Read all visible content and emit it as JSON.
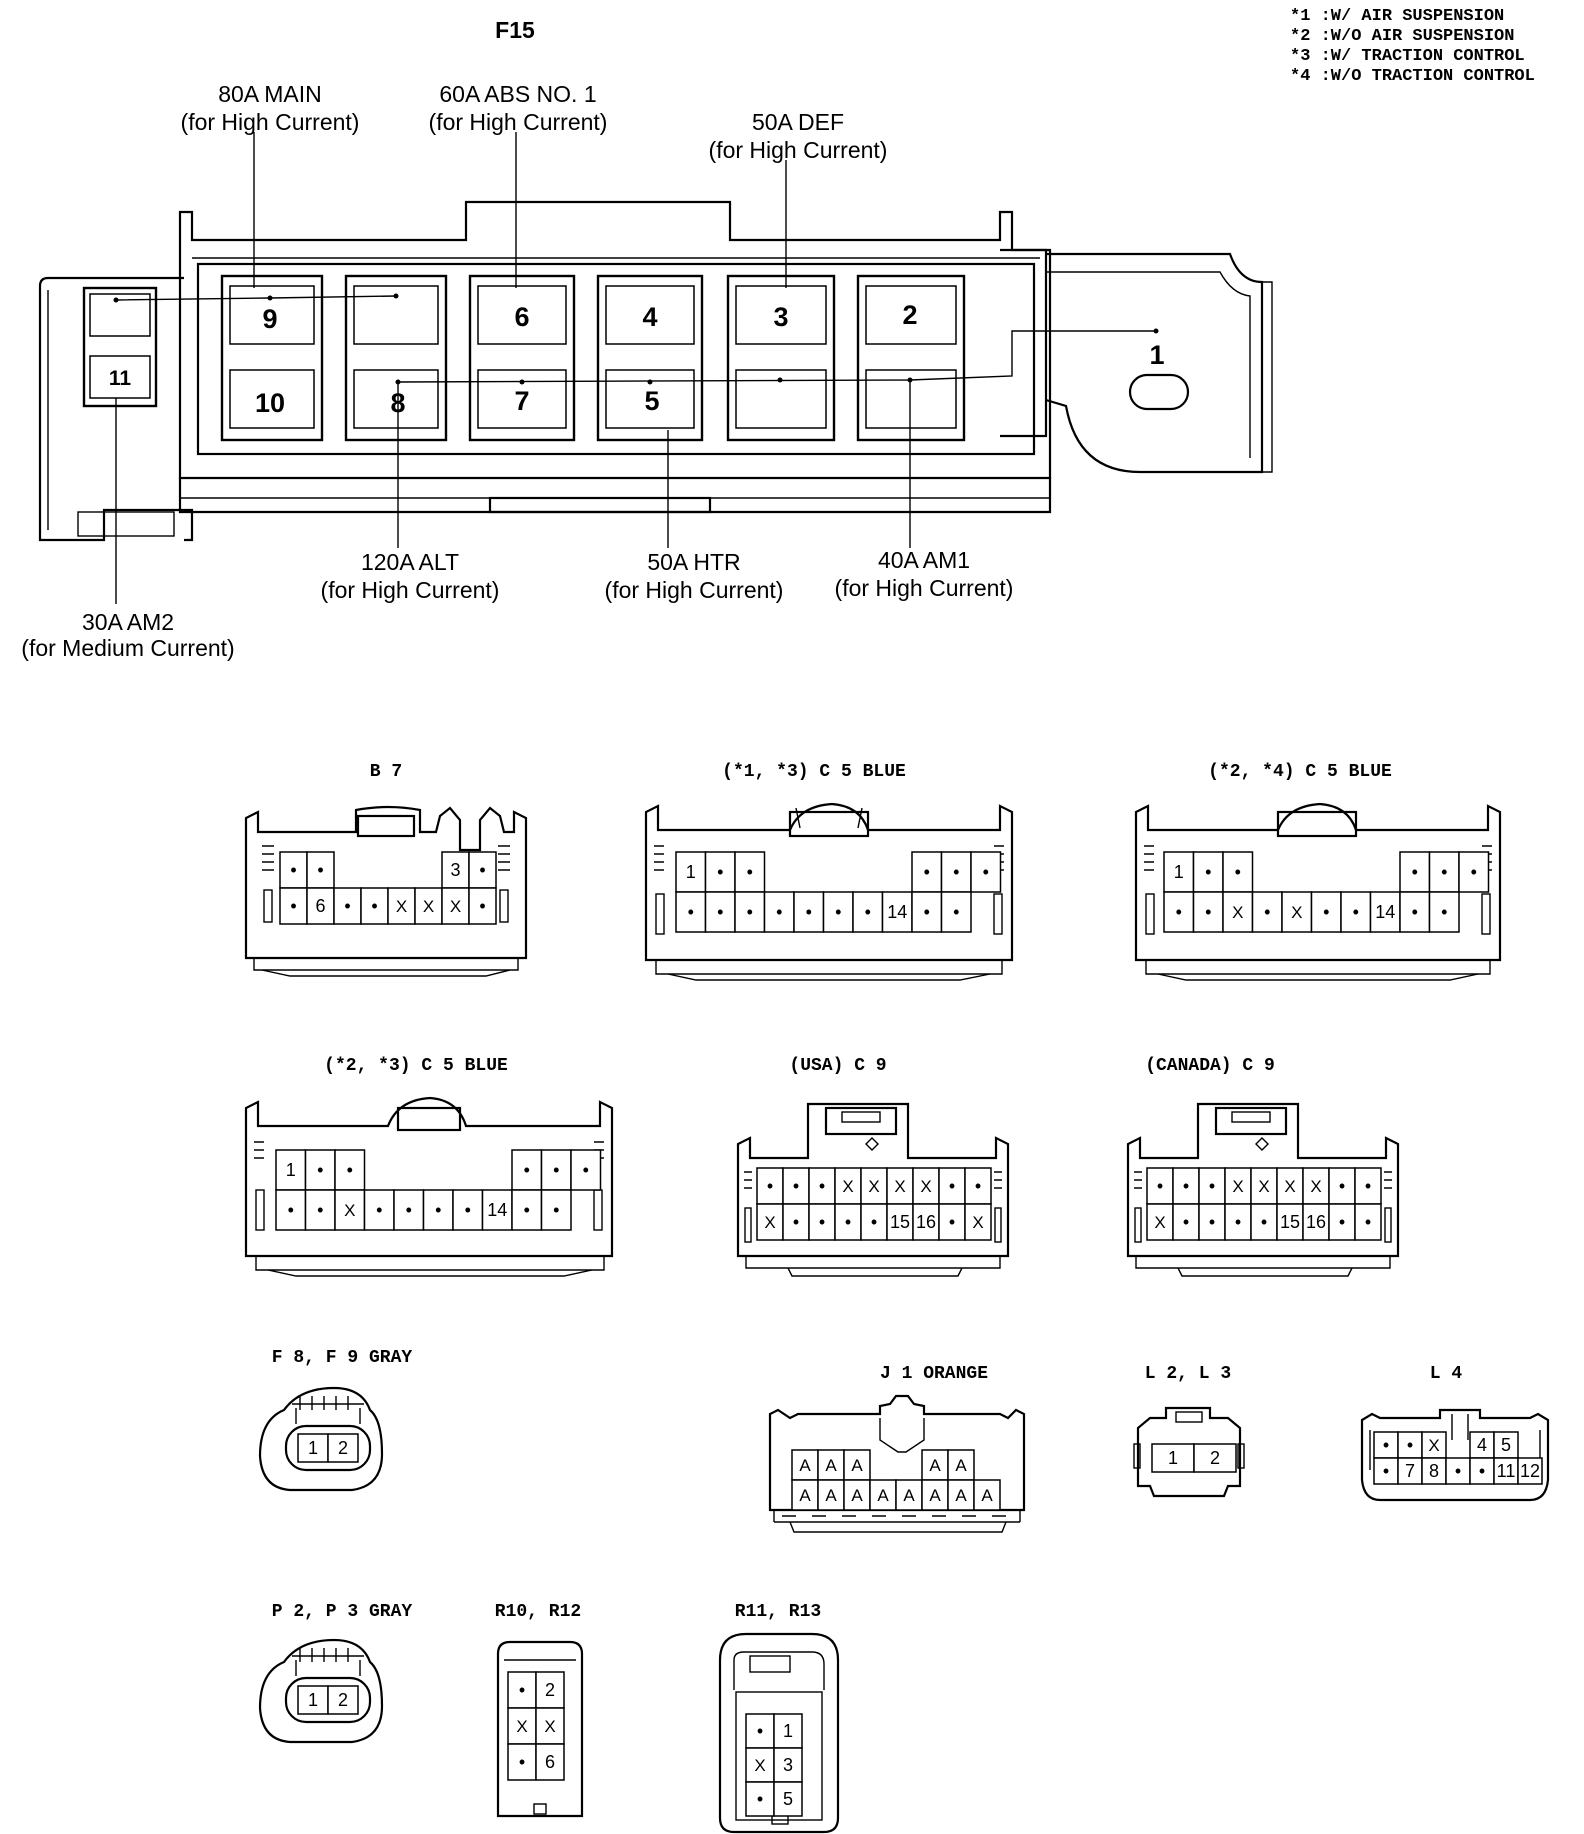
{
  "diagram_title": "F15",
  "legend": [
    "*1 :W/ AIR SUSPENSION",
    "*2 :W/O AIR SUSPENSION",
    "*3 :W/ TRACTION CONTROL",
    "*4 :W/O TRACTION CONTROL"
  ],
  "fuse_labels": {
    "main": {
      "line1": "80A MAIN",
      "line2": "(for High Current)"
    },
    "abs": {
      "line1": "60A ABS NO. 1",
      "line2": "(for High Current)"
    },
    "def": {
      "line1": "50A DEF",
      "line2": "(for High Current)"
    },
    "alt": {
      "line1": "120A ALT",
      "line2": "(for High Current)"
    },
    "htr": {
      "line1": "50A HTR",
      "line2": "(for High Current)"
    },
    "am1": {
      "line1": "40A AM1",
      "line2": "(for High Current)"
    },
    "am2": {
      "line1": "30A AM2",
      "line2": "(for Medium Current)"
    }
  },
  "terminal_numbers": {
    "t1": "1",
    "t2": "2",
    "t3": "3",
    "t4": "4",
    "t5": "5",
    "t6": "6",
    "t7": "7",
    "t8": "8",
    "t9": "9",
    "t10": "10",
    "t11": "11"
  },
  "connectors": {
    "b7": {
      "title": "B 7",
      "row1": [
        "•",
        "•",
        "",
        "",
        "",
        "",
        "3",
        "•"
      ],
      "row2": [
        "•",
        "6",
        "•",
        "•",
        "X",
        "X",
        "X",
        "•"
      ]
    },
    "c5_13": {
      "title": "(*1, *3) C 5 BLUE",
      "row1": [
        "1",
        "•",
        "•",
        "",
        "",
        "",
        "",
        "",
        "•",
        "•",
        "•"
      ],
      "row2": [
        "•",
        "•",
        "•",
        "•",
        "•",
        "•",
        "•",
        "14",
        "•",
        "•"
      ]
    },
    "c5_24": {
      "title": "(*2, *4) C 5 BLUE",
      "row1": [
        "1",
        "•",
        "•",
        "",
        "",
        "",
        "",
        "",
        "•",
        "•",
        "•"
      ],
      "row2": [
        "•",
        "•",
        "X",
        "•",
        "X",
        "•",
        "•",
        "14",
        "•",
        "•"
      ]
    },
    "c5_23": {
      "title": "(*2, *3) C 5 BLUE",
      "row1": [
        "1",
        "•",
        "•",
        "",
        "",
        "",
        "",
        "",
        "•",
        "•",
        "•"
      ],
      "row2": [
        "•",
        "•",
        "X",
        "•",
        "•",
        "•",
        "•",
        "14",
        "•",
        "•"
      ]
    },
    "c9_usa": {
      "title": "(USA) C 9",
      "row1": [
        "•",
        "•",
        "•",
        "X",
        "X",
        "X",
        "X",
        "•",
        "•"
      ],
      "row2": [
        "X",
        "•",
        "•",
        "•",
        "•",
        "15",
        "16",
        "•",
        "X"
      ]
    },
    "c9_can": {
      "title": "(CANADA) C 9",
      "row1": [
        "•",
        "•",
        "•",
        "X",
        "X",
        "X",
        "X",
        "•",
        "•"
      ],
      "row2": [
        "X",
        "•",
        "•",
        "•",
        "•",
        "15",
        "16",
        "•",
        "•"
      ]
    },
    "f8f9": {
      "title": "F 8, F 9 GRAY",
      "pins": [
        "1",
        "2"
      ]
    },
    "j1": {
      "title": "J 1 ORANGE",
      "row1": [
        "A",
        "A",
        "A",
        "",
        "",
        "A",
        "A"
      ],
      "row2": [
        "A",
        "A",
        "A",
        "A",
        "A",
        "A",
        "A",
        "A"
      ]
    },
    "l2l3": {
      "title": "L 2, L 3",
      "pins": [
        "1",
        "2"
      ]
    },
    "l4": {
      "title": "L 4",
      "row1": [
        "•",
        "•",
        "X",
        "",
        "4",
        "5"
      ],
      "row2": [
        "•",
        "7",
        "8",
        "•",
        "•",
        "11",
        "12"
      ]
    },
    "p2p3": {
      "title": "P 2, P 3 GRAY",
      "pins": [
        "1",
        "2"
      ]
    },
    "r10r12": {
      "title": "R10, R12",
      "rows": [
        [
          "•",
          "2"
        ],
        [
          "X",
          "X"
        ],
        [
          "•",
          "6"
        ]
      ]
    },
    "r11r13": {
      "title": "R11, R13",
      "rows": [
        [
          "•",
          "1"
        ],
        [
          "X",
          "3"
        ],
        [
          "•",
          "5"
        ]
      ]
    }
  }
}
